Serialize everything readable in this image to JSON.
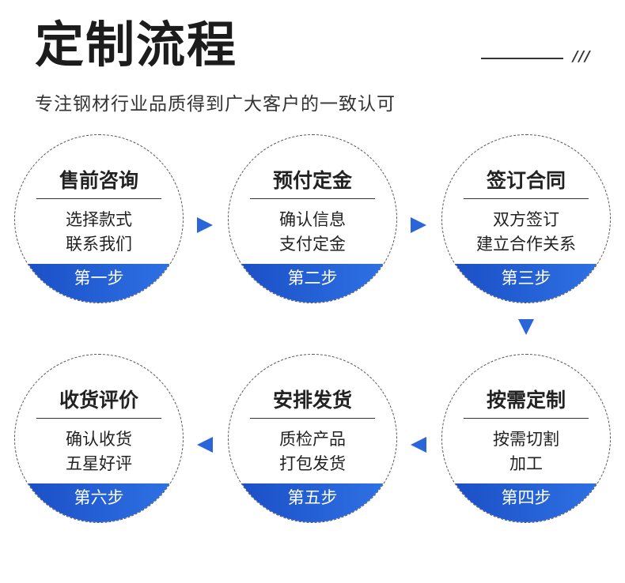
{
  "header": {
    "title": "定制流程",
    "subtitle": "专注钢材行业品质得到广大客户的一致认可",
    "decoration": "///"
  },
  "colors": {
    "accent": "#2a66da",
    "badge_start": "#1a4cc4",
    "badge_end": "#2f74e6"
  },
  "steps": [
    {
      "name": "售前咨询",
      "lines": [
        "选择款式",
        "联系我们"
      ],
      "badge": "第一步"
    },
    {
      "name": "预付定金",
      "lines": [
        "确认信息",
        "支付定金"
      ],
      "badge": "第二步"
    },
    {
      "name": "签订合同",
      "lines": [
        "双方签订",
        "建立合作关系"
      ],
      "badge": "第三步"
    },
    {
      "name": "按需定制",
      "lines": [
        "按需切割",
        "加工"
      ],
      "badge": "第四步"
    },
    {
      "name": "安排发货",
      "lines": [
        "质检产品",
        "打包发货"
      ],
      "badge": "第五步"
    },
    {
      "name": "收货评价",
      "lines": [
        "确认收货",
        "五星好评"
      ],
      "badge": "第六步"
    }
  ],
  "arrows": [
    {
      "icon": "arrow-right-icon"
    },
    {
      "icon": "arrow-right-icon"
    },
    {
      "icon": "arrow-down-icon"
    },
    {
      "icon": "arrow-left-icon"
    },
    {
      "icon": "arrow-left-icon"
    }
  ]
}
